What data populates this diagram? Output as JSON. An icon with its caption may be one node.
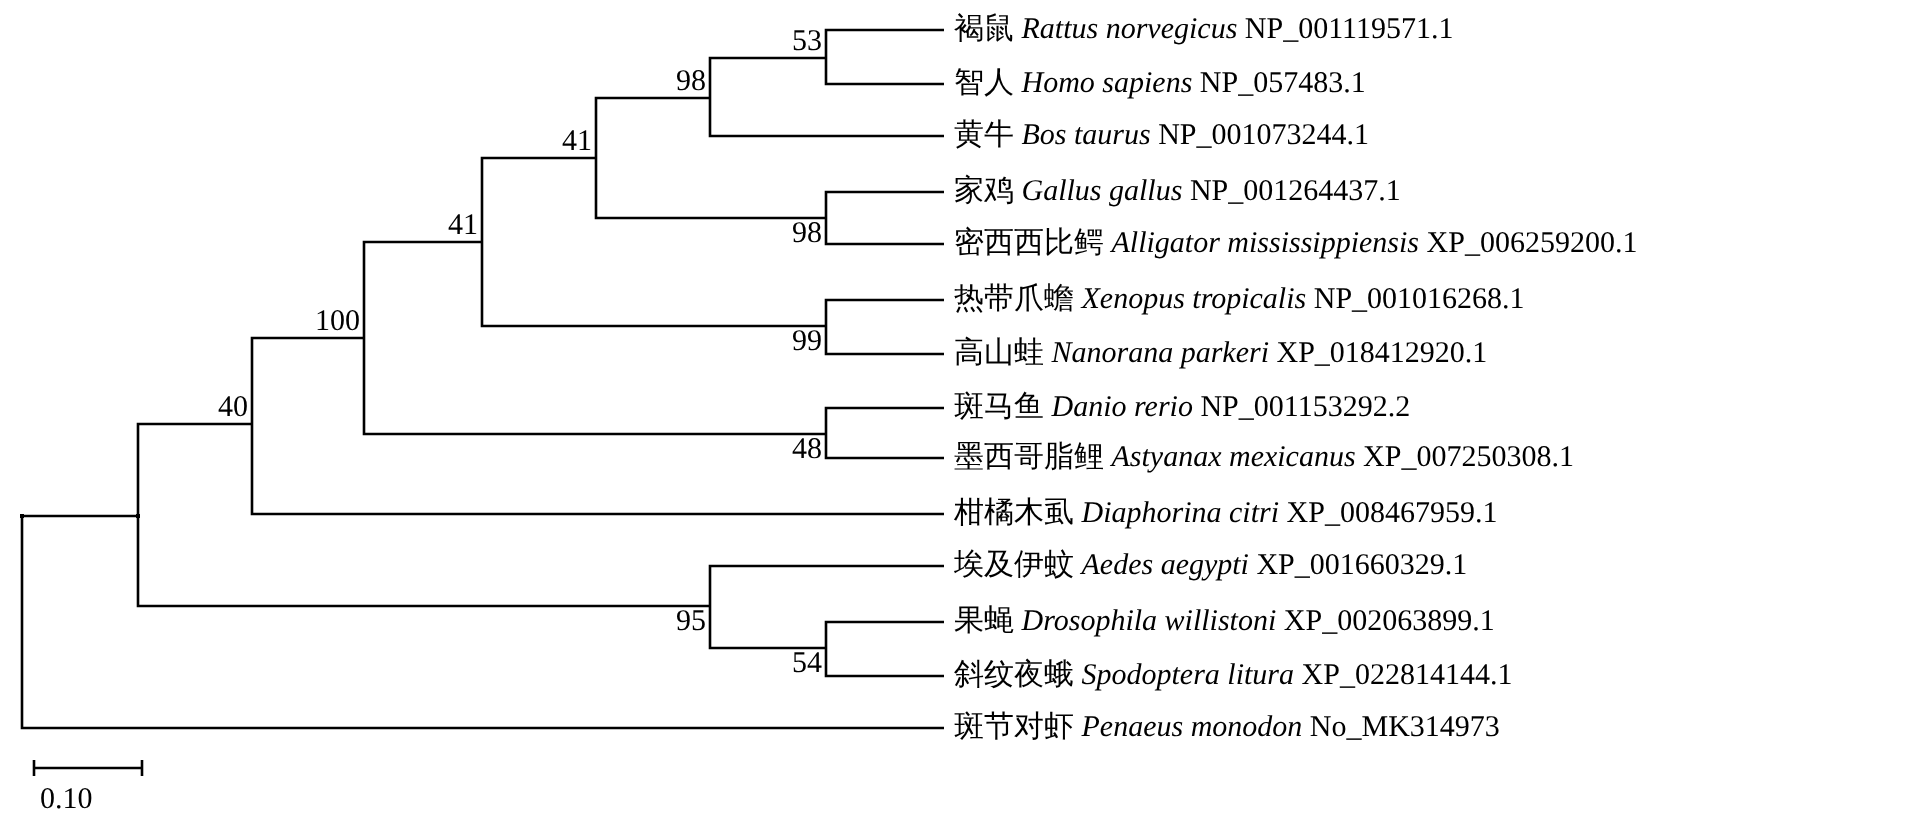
{
  "diagram": {
    "nodes": [
      {
        "text": [
          "褐鼠 *Rattus norvegicus* NP_001119571.1"
        ]
      },
      {
        "text": [
          "智人 *Homo sapiens* NP_057483.1"
        ]
      },
      {
        "text": [
          "黄牛 *Bos taurus* NP_001073244.1"
        ]
      },
      {
        "text": [
          "家鸡 *Gallus gallus* NP_001264437.1"
        ]
      },
      {
        "text": [
          "密西西比鳄 *Alligator mississippiensis* XP_006259200.1"
        ]
      },
      {
        "text": [
          "热带爪蟾 *Xenopus tropicalis* NP_001016268.1"
        ]
      },
      {
        "text": [
          "高山蛙 *Nanorana parkeri* XP_018412920.1"
        ]
      },
      {
        "text": [
          "斑马鱼 *Danio rerio* NP_001153292.2"
        ]
      },
      {
        "text": [
          "墨西哥脂鲤 *Astyanax mexicanus* XP_007250308.1"
        ]
      },
      {
        "text": [
          "柑橘木虱 *Diaphorina citri* XP_008467959.1"
        ]
      },
      {
        "text": [
          "埃及伊蚊 *Aedes aegypti* XP_001660329.1"
        ]
      },
      {
        "text": [
          "果蝇 *Drosophila willistoni* XP_002063899.1"
        ]
      },
      {
        "text": [
          "斜纹夜蛾 *Spodoptera litura* XP_022814144.1"
        ]
      },
      {
        "text": [
          "斑节对虾 *Penaeus monodon* No_MK314973"
        ]
      },
      {
        "text": [],
        "shape": "point"
      },
      {
        "text": [],
        "shape": "point"
      },
      {
        "text": [
          "40"
        ]
      },
      {
        "text": [
          "100"
        ]
      },
      {
        "text": [
          "41"
        ]
      },
      {
        "text": [
          "41"
        ]
      },
      {
        "text": [
          "98"
        ]
      },
      {
        "text": [
          "53"
        ]
      },
      {
        "text": [
          "98"
        ]
      },
      {
        "text": [
          "99"
        ]
      },
      {
        "text": [
          "48"
        ]
      },
      {
        "text": [
          "95"
        ]
      },
      {
        "text": [
          "54"
        ]
      }
    ],
    "edges": [
      {
        "from": 14,
        "to": 15,
        "arrow": "none"
      },
      {
        "from": 14,
        "to": 13,
        "arrow": "none"
      },
      {
        "from": 15,
        "to": 16,
        "arrow": "none"
      },
      {
        "from": 15,
        "to": 25,
        "arrow": "none"
      },
      {
        "from": 16,
        "to": 17,
        "arrow": "none"
      },
      {
        "from": 16,
        "to": 9,
        "arrow": "none"
      },
      {
        "from": 17,
        "to": 18,
        "arrow": "none"
      },
      {
        "from": 17,
        "to": 24,
        "arrow": "none"
      },
      {
        "from": 18,
        "to": 19,
        "arrow": "none"
      },
      {
        "from": 18,
        "to": 23,
        "arrow": "none"
      },
      {
        "from": 19,
        "to": 20,
        "arrow": "none"
      },
      {
        "from": 19,
        "to": 22,
        "arrow": "none"
      },
      {
        "from": 20,
        "to": 21,
        "arrow": "none"
      },
      {
        "from": 20,
        "to": 2,
        "arrow": "none"
      },
      {
        "from": 21,
        "to": 0,
        "arrow": "none"
      },
      {
        "from": 21,
        "to": 1,
        "arrow": "none"
      },
      {
        "from": 22,
        "to": 3,
        "arrow": "none"
      },
      {
        "from": 22,
        "to": 4,
        "arrow": "none"
      },
      {
        "from": 23,
        "to": 5,
        "arrow": "none"
      },
      {
        "from": 23,
        "to": 6,
        "arrow": "none"
      },
      {
        "from": 24,
        "to": 7,
        "arrow": "none"
      },
      {
        "from": 24,
        "to": 8,
        "arrow": "none"
      },
      {
        "from": 25,
        "to": 10,
        "arrow": "none"
      },
      {
        "from": 25,
        "to": 26,
        "arrow": "none"
      },
      {
        "from": 26,
        "to": 11,
        "arrow": "none"
      },
      {
        "from": 26,
        "to": 12,
        "arrow": "none"
      }
    ],
    "labels": [
      "0.10"
    ]
  }
}
